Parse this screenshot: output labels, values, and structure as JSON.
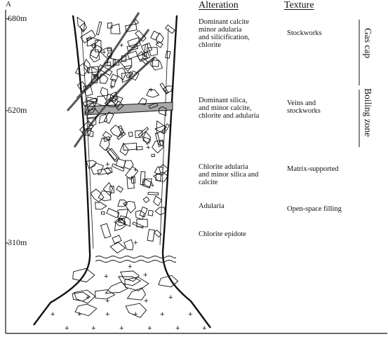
{
  "figure": {
    "panel_label": "A",
    "elevations": [
      "680m",
      "520m",
      "310m"
    ],
    "headers": {
      "alteration": "Alteration",
      "texture": "Texture"
    },
    "alteration_notes": [
      "Dominant calcite\nminor adularia\nand silicification,\nchlorite",
      "Dominant silica,\nand minor calcite,\nchlorite and adularia",
      "Chlorite adularia\nand minor silica and\ncalcite",
      "Adularia",
      "Chlorite epidote"
    ],
    "texture_notes": [
      "Stockworks",
      "Veins and\nstockworks",
      "Matrix-supported",
      "Open-space filling"
    ],
    "zones": [
      "Gas cap",
      "Boiling zone"
    ],
    "host_symbol": "+"
  },
  "colors": {
    "ink": "#111111",
    "band_fill": "#a8a8a8",
    "background": "#ffffff"
  }
}
